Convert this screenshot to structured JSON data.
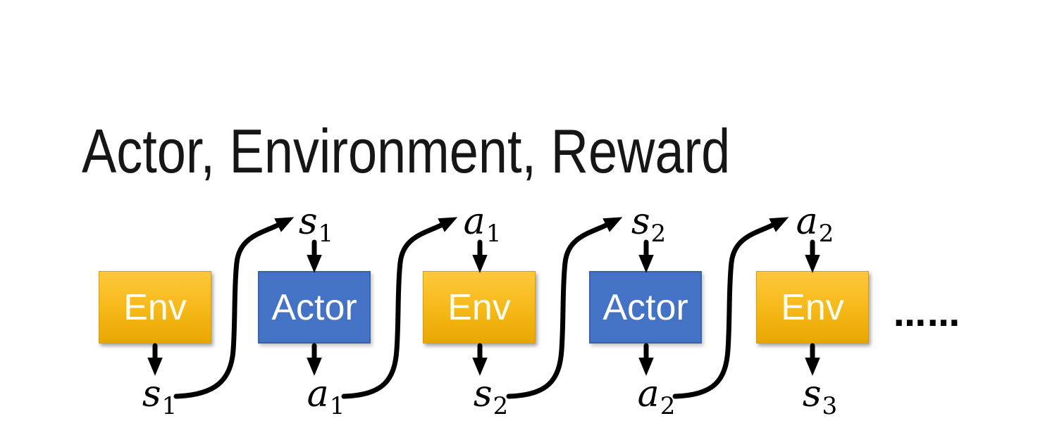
{
  "title": "Actor, Environment, Reward",
  "diagram": {
    "boxes": [
      {
        "id": "env-1",
        "label": "Env"
      },
      {
        "id": "actor-1",
        "label": "Actor"
      },
      {
        "id": "env-2",
        "label": "Env"
      },
      {
        "id": "actor-2",
        "label": "Actor"
      },
      {
        "id": "env-3",
        "label": "Env"
      }
    ],
    "top_labels": [
      {
        "base": "s",
        "sub": "1"
      },
      {
        "base": "a",
        "sub": "1"
      },
      {
        "base": "s",
        "sub": "2"
      },
      {
        "base": "a",
        "sub": "2"
      }
    ],
    "bottom_labels": [
      {
        "base": "s",
        "sub": "1"
      },
      {
        "base": "a",
        "sub": "1"
      },
      {
        "base": "s",
        "sub": "2"
      },
      {
        "base": "a",
        "sub": "2"
      },
      {
        "base": "s",
        "sub": "3"
      }
    ],
    "ellipsis": "……"
  },
  "colors": {
    "env_top": "#ffc83c",
    "env_bottom": "#e9a702",
    "env_border": "#d99e00",
    "env_text": "#fffcee",
    "actor_fill": "#4472c4",
    "actor_border": "#3a62a4",
    "actor_text": "#ffffff",
    "arrow": "#000000",
    "title_text": "#161616",
    "bg": "#ffffff"
  }
}
